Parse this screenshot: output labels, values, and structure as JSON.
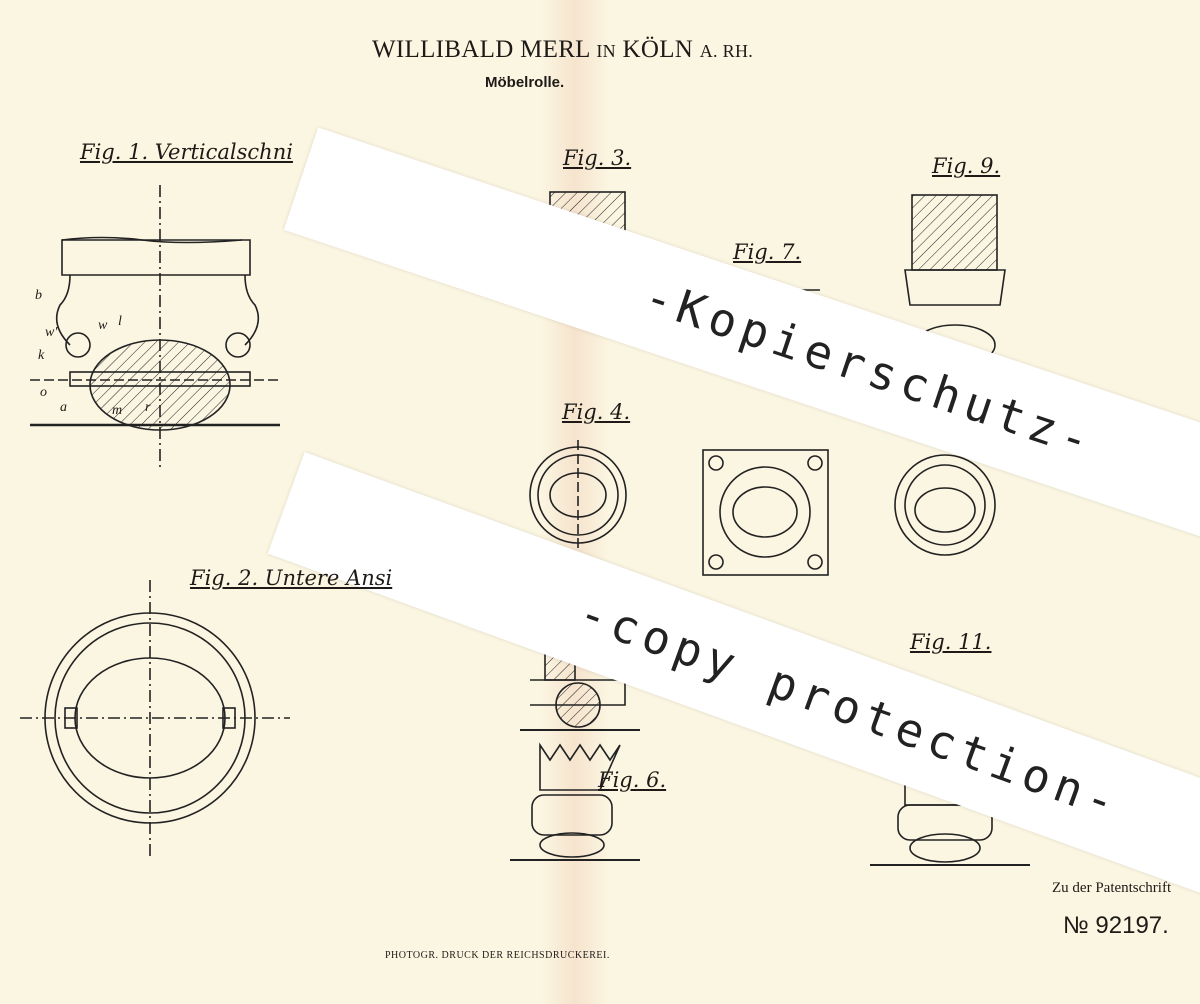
{
  "header": {
    "inventor": "WILLIBALD MERL",
    "in": "IN",
    "city": "KÖLN",
    "region": "A. RH.",
    "subtitle": "Möbelrolle."
  },
  "figures": [
    {
      "id": "fig1",
      "label": "Fig. 1. Verticalschni"
    },
    {
      "id": "fig2",
      "label": "Fig. 2. Untere Ansi"
    },
    {
      "id": "fig3",
      "label": "Fig. 3."
    },
    {
      "id": "fig4",
      "label": "Fig. 4."
    },
    {
      "id": "fig6",
      "label": "Fig. 6."
    },
    {
      "id": "fig7",
      "label": "Fig. 7."
    },
    {
      "id": "fig9",
      "label": "Fig. 9."
    },
    {
      "id": "fig11",
      "label": "Fig. 11."
    }
  ],
  "part_labels": [
    "b",
    "w'",
    "w",
    "l",
    "k",
    "o",
    "a",
    "m",
    "r"
  ],
  "watermark": {
    "line1": "-Kopierschutz-",
    "line2": "-copy protection-"
  },
  "footer": {
    "reference": "Zu der Patentschrift",
    "patent_number": "№ 92197.",
    "printer": "PHOTOGR. DRUCK DER REICHSDRUCKEREI."
  }
}
